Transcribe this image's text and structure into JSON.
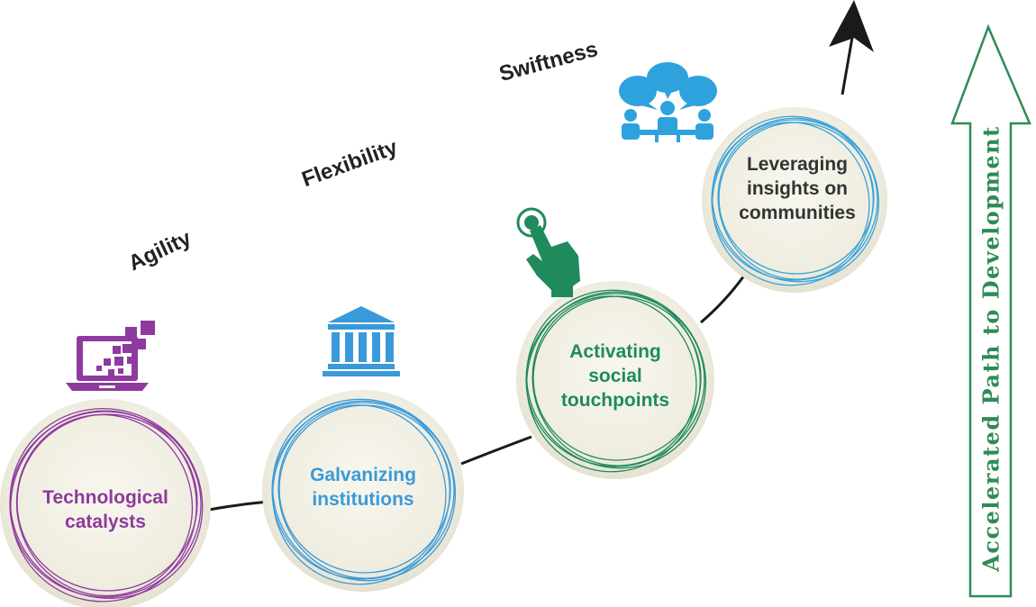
{
  "qualities": [
    "Agility",
    "Flexibility",
    "Swiftness"
  ],
  "stages": [
    {
      "lines": [
        "Technological",
        "catalysts"
      ],
      "color": "#8e3a9e",
      "icon": "laptop-icon"
    },
    {
      "lines": [
        "Galvanizing",
        "institutions"
      ],
      "color": "#3a9ad9",
      "icon": "institution-icon"
    },
    {
      "lines": [
        "Activating",
        "social",
        "touchpoints"
      ],
      "color": "#1f8a5c",
      "icon": "touch-icon"
    },
    {
      "lines": [
        "Leveraging",
        "insights on",
        "communities"
      ],
      "color": "#333333",
      "icon": "community-icon"
    }
  ],
  "arrow_label": "Accelerated Path to Development",
  "colors": {
    "purple": "#8e3a9e",
    "blue": "#3a9ad9",
    "green": "#1f8a5c",
    "arrow_green": "#2e8b57",
    "circle_fill": "#f1efe2"
  }
}
